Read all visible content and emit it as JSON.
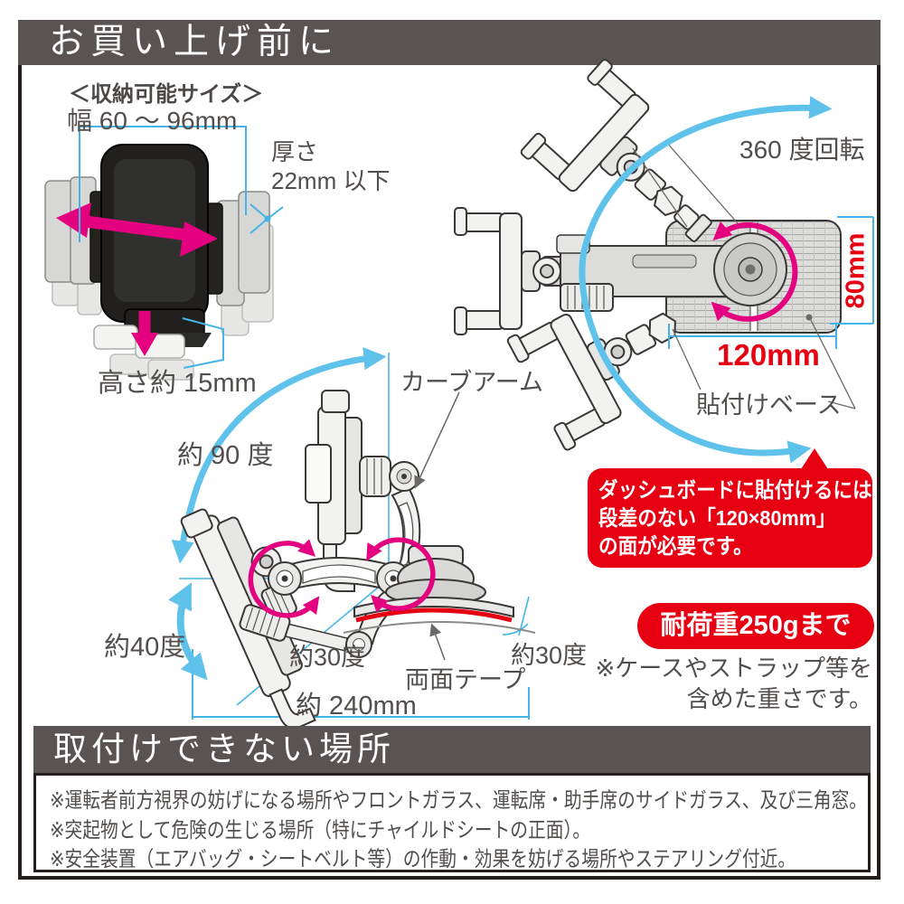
{
  "header": {
    "title": "お買い上げ前に"
  },
  "size": {
    "heading": "＜収納可能サイズ＞",
    "width": "幅 60 ～ 96mm",
    "thickness1": "厚さ",
    "thickness2": "22mm 以下",
    "height": "高さ約 15mm"
  },
  "rotate360": "360 度回転",
  "base": {
    "h": "80mm",
    "w": "120mm",
    "label": "貼付けベース"
  },
  "bubble": {
    "l1": "ダッシュボードに貼付けるには",
    "l2": "段差のない「120×80mm」",
    "l3": "の面が必要です。"
  },
  "load": {
    "badge": "耐荷重250gまで",
    "n1": "※ケースやストラップ等を",
    "n2": "含めた重さです。"
  },
  "arm": {
    "curve": "カーブアーム",
    "a90": "約 90 度",
    "a40": "約40度",
    "a30c": "約30度",
    "a30r": "約30度",
    "tape": "両面テープ",
    "len": "約 240mm"
  },
  "forbidden": {
    "title": "取付けできない場所",
    "lines": [
      "※運転者前方視界の妨げになる場所やフロントガラス、運転席・助手席のサイドガラス、及び三角窓。",
      "※突起物として危険の生じる場所（特にチャイルドシートの正面）。",
      "※安全装置（エアバッグ・シートベルト等）の作動・効果を妨げる場所やステアリング付近。"
    ]
  },
  "colors": {
    "accent_blue": "#45B5E8",
    "arc_blue": "#5FC2EB",
    "magenta": "#E3017F",
    "red": "#E60012",
    "header_grey": "#595453",
    "text_grey": "#514E4C"
  }
}
